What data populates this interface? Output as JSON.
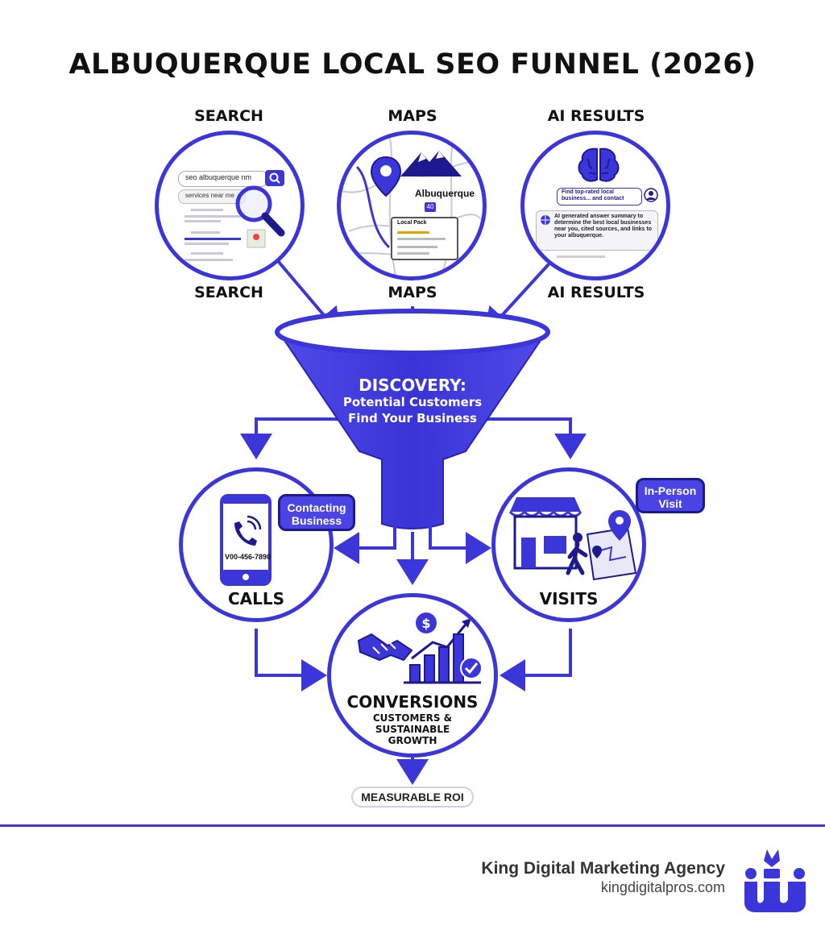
{
  "title": "ALBUQUERQUE LOCAL SEO FUNNEL (2026)",
  "top_labels": {
    "search": "SEARCH",
    "maps": "MAPS",
    "ai": "AI RESULTS"
  },
  "search_panel": {
    "query": "seo albuquerque nm",
    "suggestion": "services near me"
  },
  "maps_panel": {
    "city": "Albuquerque",
    "pack_title": "Local Pack",
    "highway": "40"
  },
  "ai_panel": {
    "prompt": "Find top-rated local business... and contact",
    "answer": "AI generated answer summary to determine the best local businesses near you, cited sources, and links to your albuquerque."
  },
  "funnel": {
    "heading": "DISCOVERY:",
    "line1": "Potential Customers",
    "line2": "Find Your Business"
  },
  "calls": {
    "label": "CALLS",
    "phone": "V00-456-7890",
    "bubble": "Contacting Business"
  },
  "visits": {
    "label": "VISITS",
    "bubble": "In-Person Visit"
  },
  "conversions": {
    "label": "CONVERSIONS",
    "sub1": "CUSTOMERS &",
    "sub2": "SUSTAINABLE",
    "sub3": "GROWTH"
  },
  "roi": "MEASURABLE ROI",
  "footer": {
    "agency": "King Digital Marketing Agency",
    "url": "kingdigitalpros.com"
  },
  "colors": {
    "primary": "#3b36d9",
    "dark": "#1d1a8f",
    "accent": "#4a44e4"
  }
}
